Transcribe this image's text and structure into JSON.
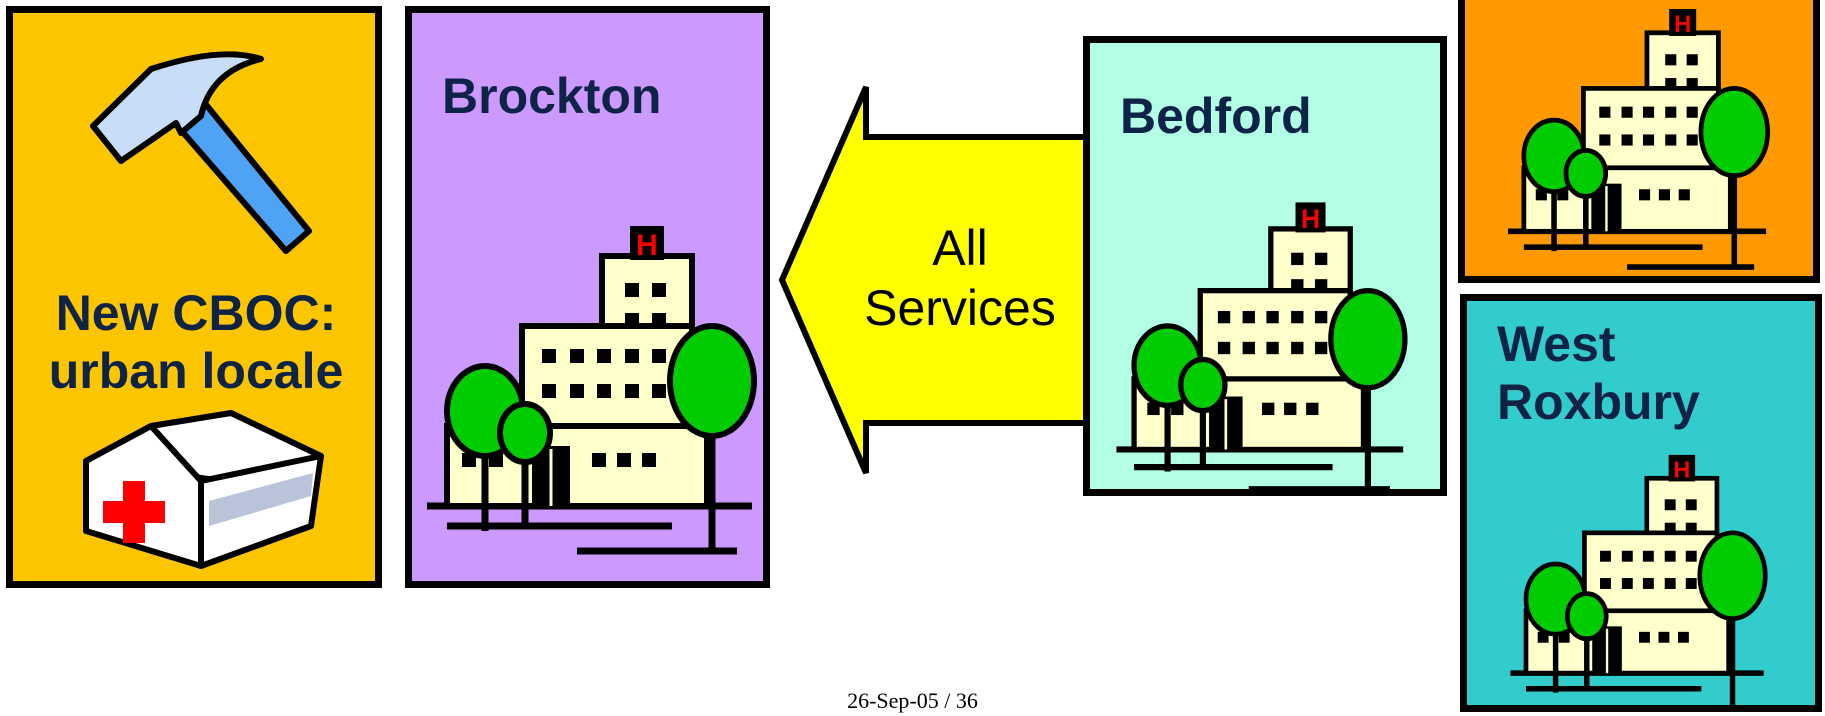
{
  "panels": {
    "new_cboc": {
      "label": "New CBOC: urban locale",
      "fill": "#FBC600"
    },
    "brockton": {
      "label": "Brockton",
      "fill": "#CC99FF"
    },
    "bedford": {
      "label": "Bedford",
      "fill": "#B3FFE6"
    },
    "top_right": {
      "label": "",
      "fill": "#FF9900"
    },
    "west_roxbury": {
      "label": "West Roxbury",
      "fill": "#33CCCC"
    }
  },
  "arrow": {
    "label": "All Services",
    "fill": "#FFFF00"
  },
  "footer": "26-Sep-05 / 36",
  "icons": [
    "hammer-icon",
    "clinic-house-icon",
    "hospital-icon"
  ],
  "colors": {
    "tree": "#00CC00",
    "building": "#FFFFCC",
    "hospital_sign": "#FF0000"
  }
}
